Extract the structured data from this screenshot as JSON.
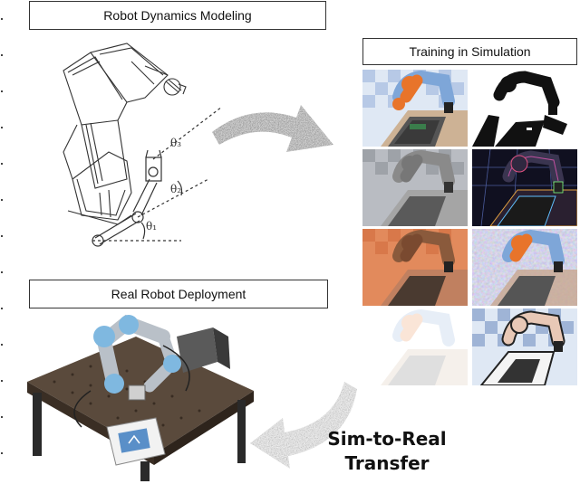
{
  "titles": {
    "dynamics": "Robot Dynamics Modeling",
    "simulation": "Training in Simulation",
    "real": "Real Robot Deployment"
  },
  "transfer": {
    "line1": "Sim-to-Real",
    "line2": "Transfer"
  },
  "angles": {
    "theta1": "θ₁",
    "theta2": "θ₂",
    "theta3": "θ₃"
  },
  "colors": {
    "orange_link": "#e8742a",
    "blue_link": "#7ea6d8",
    "gray_link": "#8a8a8a",
    "brown_link": "#8a5a3c",
    "pink_link": "#e8c8b6",
    "arrow_noise": "#555555"
  },
  "simulation_cells": [
    {
      "name": "rgb-orange-blue-robot"
    },
    {
      "name": "silhouette-mask"
    },
    {
      "name": "grayscale-robot"
    },
    {
      "name": "edge-neon-robot"
    },
    {
      "name": "orange-background-robot"
    },
    {
      "name": "textured-background-robot"
    },
    {
      "name": "faded-robot"
    },
    {
      "name": "pink-outline-robot"
    }
  ]
}
